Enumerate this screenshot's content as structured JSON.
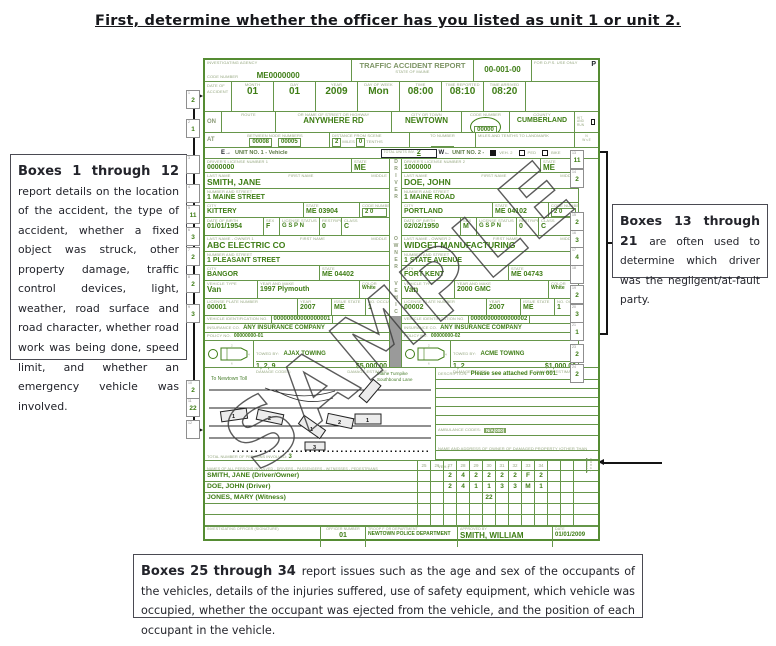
{
  "title": "First, determine whether the officer has you listed as unit 1 or unit 2.",
  "watermark": "SAMPLE",
  "callouts": {
    "left": {
      "heading": "Boxes 1 through 12",
      "body": "report details on the location of the accident, the type of accident, whether a fixed object was struck, other property damage, traffic control devices, light, weather, road surface and road character, whether road work was being done, speed limit, and whether an emergency vehicle was involved."
    },
    "right": {
      "heading": "Boxes 13 through 21",
      "body": "are often used to determine which driver was the negligent/at-fault party."
    },
    "bottom": {
      "heading": "Boxes 25 through 34",
      "body": "report issues such as the age and sex of the occupants of the vehicles, details of the injuries suffered, use of safety equipment, which vehicle was occupied, whether the occupant was ejected from the vehicle, and the position of each occupant in the vehicle."
    }
  },
  "form": {
    "header": {
      "agency_label": "INVESTIGATING AGENCY",
      "code_label": "CODE NUMBER",
      "agency_code": "ME0000000",
      "report_title": "TRAFFIC ACCIDENT REPORT",
      "report_subtitle": "STATE OF MAINE",
      "report_number": "00-001-00",
      "dps_label": "FOR D.P.S. USE ONLY",
      "dps_value": "P"
    },
    "date_row": {
      "label": "DATE OF ACCIDENT",
      "fields": [
        {
          "label": "MONTH",
          "value": "01"
        },
        {
          "label": "DAY",
          "value": "01"
        },
        {
          "label": "YEAR",
          "value": "2009"
        },
        {
          "label": "DAY OF WEEK",
          "value": "Mon"
        },
        {
          "label": "TIME",
          "value": "08:00"
        },
        {
          "label": "TIME REPORTED",
          "value": "08:10"
        },
        {
          "label": "TIME ARRIVED",
          "value": "08:20"
        }
      ]
    },
    "on_row": {
      "prefix": "ON",
      "route_label": "ROUTE",
      "street_label": "OR NAME OF STREET OR HIGHWAY",
      "street": "ANYWHERE RD",
      "city_label": "CITY OR TOWN",
      "city": "NEWTOWN",
      "code_label": "CODE NUMBER",
      "code": "00000",
      "county_label": "COUNTY",
      "county": "CUMBERLAND",
      "hit_run_label": "HIT AND RUN"
    },
    "at_row": {
      "prefix": "AT",
      "nodes_label": "BETWEEN NODE NUMBERS",
      "node1": "00008",
      "node2": "00005",
      "distance_label": "DISTANCE FROM SCENE",
      "miles": "2",
      "miles_label": "MILES",
      "tenths": "0",
      "tenths_label": "TENTHS",
      "to_label": "TO NUMBER",
      "to": "00000",
      "landmark_label": "MILES AND TENTHS TO LANDMARK",
      "compass": {
        "n": "N",
        "w": "W",
        "e": "E",
        "s": "S"
      }
    },
    "unit_header": {
      "e_arrow": "E→",
      "unit1_label": "UNIT NO. 1 - Vehicle",
      "total_label": "TOTAL UNITS INV.",
      "total": "2",
      "w_arrow": "W←",
      "unit2_label": "UNIT NO. 2 -",
      "veh2_label": "VEH. 2",
      "ped_label": "PED",
      "bike_label": "BIKE"
    },
    "divider": {
      "driver": "DRIVER",
      "owner": "OWNER",
      "vehicle": "VEHICLE"
    },
    "units": [
      {
        "license_label": "DRIVER'S LICENSE NUMBER 1",
        "license": "0000000",
        "state_label": "STATE",
        "state": "ME",
        "last_name_label": "LAST NAME",
        "first_name_label": "FIRST NAME",
        "middle_label": "MIDDLE",
        "name": "SMITH, JANE",
        "street_label": "NUMBER AND STREET",
        "street": "1 MAINE STREET",
        "city_label": "CITY",
        "city": "KITTERY",
        "city_state": "ME 03904",
        "code_label": "CODE NUMBER",
        "code": "2 0",
        "dob_label": "DATE OF BIRTH",
        "dob": "01/01/1954",
        "sex_label": "SEX",
        "sex": "F",
        "status_label": "LICENSE STATUS",
        "status": "G S P N",
        "restr_label": "RESTR/PERM",
        "restr": "0",
        "class_label": "CLASS",
        "class": "C",
        "owner_label": "LAST NAME - OWNER 1",
        "owner": "ABC ELECTRIC CO",
        "owner_street": "1 PLEASANT STREET",
        "owner_city": "BANGOR",
        "owner_city_state": "ME 04402",
        "veh_type_label": "VEHICLE TYPE",
        "veh_type": "Van",
        "year_make_label": "YEAR AND MAKE",
        "year_make": "1997 Plymouth",
        "color_label": "COLOR",
        "color": "White",
        "plate_label": "LICENSE PLATE NUMBER",
        "plate": "00001",
        "plate_year_label": "YEAR",
        "plate_year": "2007",
        "issue_label": "ISSUE STATE",
        "issue": "ME",
        "occup_label": "NO. OCCUP.",
        "occup": "1",
        "vin_label": "VEHICLE IDENTIFICATION NO.",
        "vin": "00000000000000001",
        "ins_label": "INSURANCE CO.",
        "ins": "ANY INSURANCE COMPANY",
        "policy_label": "POLICY NO.",
        "policy": "00000000-01",
        "towed_label": "TOWED BY:",
        "towed": "AJAX TOWING",
        "damage_codes_label": "DAMAGE CODES:",
        "damage_codes": "1, 2, 9",
        "damage_est_label": "DAMAGE ESTIMATE",
        "damage_est": "$5,000.00"
      },
      {
        "license_label": "DRIVER'S LICENSE NUMBER 2",
        "license": "1000000",
        "state_label": "STATE",
        "state": "ME",
        "last_name_label": "LAST NAME",
        "first_name_label": "FIRST NAME",
        "middle_label": "MIDDLE",
        "name": "DOE, JOHN",
        "street_label": "NUMBER AND STREET",
        "street": "1 MAINE ROAD",
        "city_label": "CITY",
        "city": "PORTLAND",
        "city_state": "ME 04102",
        "code_label": "CODE NUMBER",
        "code": "2 0",
        "dob_label": "DATE OF BIRTH",
        "dob": "02/02/1950",
        "sex_label": "SEX",
        "sex": "M",
        "status_label": "LICENSE STATUS",
        "status": "G S P N",
        "restr_label": "RESTR/PERM",
        "restr": "0",
        "class_label": "CLASS",
        "class": "C",
        "owner_label": "LAST NAME - OWNER 2",
        "owner": "WIDGET MANUFACTURING",
        "owner_street": "1 STATE AVENUE",
        "owner_city": "FORT KENT",
        "owner_city_state": "ME 04743",
        "veh_type_label": "VEHICLE TYPE",
        "veh_type": "Van",
        "year_make_label": "YEAR AND MAKE",
        "year_make": "2000 GMC",
        "color_label": "COLOR",
        "color": "White",
        "plate_label": "LICENSE PLATE NUMBER",
        "plate": "00002",
        "plate_year_label": "YEAR",
        "plate_year": "2007",
        "issue_label": "ISSUE STATE",
        "issue": "ME",
        "occup_label": "NO. OCCUP.",
        "occup": "1",
        "vin_label": "VEHICLE IDENTIFICATION NO.",
        "vin": "00000000000000002",
        "ins_label": "INSURANCE CO.",
        "ins": "ANY INSURANCE COMPANY",
        "policy_label": "POLICY NO.",
        "policy": "00000000-02",
        "towed_label": "TOWED BY:",
        "towed": "ACME TOWING",
        "damage_codes_label": "DAMAGE CODES:",
        "damage_codes": "1, 2",
        "damage_est_label": "DAMAGE ESTIMATE",
        "damage_est": "$1,000.00"
      }
    ],
    "sketch": {
      "to_label": "To Newtown Toll",
      "road_label_1": "Maine Turnpike",
      "road_label_2": "Southbound Lane",
      "persons_label": "TOTAL NUMBER OF PERSONS INVOLVED:",
      "persons_total": "3"
    },
    "description": {
      "label": "DESCRIPTION:",
      "value": "Please see attached Form 001.",
      "ambulance_label": "AMBULANCE CODES:",
      "ambulance": "N/A(000)",
      "owner_damaged_label": "NAME AND ADDRESS OF OWNER OF DAMAGED PROPERTY (OTHER THAN VEH.)"
    },
    "persons": {
      "header": "NAMES OF ALL PERSONS INVOLVED - DRIVERS - PASSENGERS - WITNESSES - PEDESTRIANS",
      "columns": [
        "25",
        "26",
        "27",
        "28",
        "29",
        "30",
        "31",
        "32",
        "33",
        "34"
      ],
      "side_label": "LOCAL CODES",
      "rows": [
        {
          "name": "SMITH, JANE (Driver/Owner)",
          "cells": [
            "",
            "",
            "2",
            "4",
            "2",
            "2",
            "2",
            "2",
            "F",
            "2"
          ]
        },
        {
          "name": "DOE, JOHN (Driver)",
          "cells": [
            "",
            "",
            "2",
            "4",
            "1",
            "1",
            "3",
            "3",
            "M",
            "1"
          ]
        },
        {
          "name": "JONES, MARY (Witness)",
          "cells": [
            "",
            "",
            "",
            "",
            "",
            "22",
            "",
            "",
            "",
            ""
          ]
        },
        {
          "name": "",
          "cells": [
            "",
            "",
            "",
            "",
            "",
            "",
            "",
            "",
            "",
            ""
          ]
        },
        {
          "name": "",
          "cells": [
            "",
            "",
            "",
            "",
            "",
            "",
            "",
            "",
            "",
            ""
          ]
        }
      ]
    },
    "footer": {
      "officer_label": "INVESTIGATING OFFICER (SIGNATURE)",
      "officer_number_label": "OFFICER NUMBER",
      "officer_number": "01",
      "dept_label": "TROOP F OR DEPARTMENT",
      "dept": "NEWTOWN POLICE DEPARTMENT",
      "approved_label": "APPROVED BY",
      "approved": "SMITH, WILLIAM",
      "date_label": "DATE",
      "date": "01/01/2009"
    },
    "left_margin": [
      {
        "no": "1",
        "val": "2"
      },
      {
        "no": "2",
        "val": "1"
      },
      {
        "no": "3",
        "val": ""
      },
      {
        "no": "4",
        "val": ""
      },
      {
        "no": "5",
        "val": "11"
      },
      {
        "no": "6",
        "val": "3"
      },
      {
        "no": "7",
        "val": "2"
      },
      {
        "no": "8",
        "val": "2"
      },
      {
        "no": "9",
        "val": "3"
      },
      {
        "no": "10",
        "val": "2"
      },
      {
        "no": "11",
        "val": "22"
      },
      {
        "no": "12",
        "val": ""
      }
    ],
    "right_margin": [
      {
        "no": "13",
        "val": "11"
      },
      {
        "no": "14",
        "val": "2"
      },
      {
        "no": "15",
        "val": "2"
      },
      {
        "no": "16",
        "val": "3"
      },
      {
        "no": "17",
        "val": "4"
      },
      {
        "no": "18",
        "val": ""
      },
      {
        "no": "19",
        "val": "2"
      },
      {
        "no": "20",
        "val": "3"
      },
      {
        "no": "21",
        "val": "1"
      },
      {
        "no": "23",
        "val": "2"
      },
      {
        "no": "24",
        "val": "2"
      }
    ]
  }
}
